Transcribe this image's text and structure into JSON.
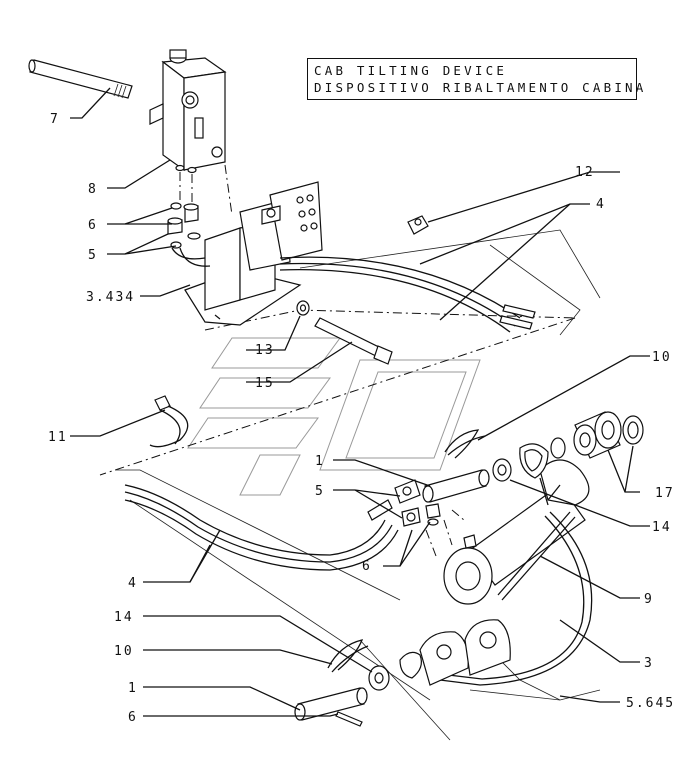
{
  "title": {
    "line1": "CAB TILTING DEVICE",
    "line2": "DISPOSITIVO RIBALTAMENTO CABINA"
  },
  "callouts": [
    {
      "id": "c7",
      "label": "7"
    },
    {
      "id": "c8",
      "label": "8"
    },
    {
      "id": "c6a",
      "label": "6"
    },
    {
      "id": "c5a",
      "label": "5"
    },
    {
      "id": "c3434",
      "label": "3.434"
    },
    {
      "id": "c12",
      "label": "12"
    },
    {
      "id": "c4a",
      "label": "4"
    },
    {
      "id": "c13",
      "label": "13"
    },
    {
      "id": "c15",
      "label": "15"
    },
    {
      "id": "c10a",
      "label": "10"
    },
    {
      "id": "c11",
      "label": "11"
    },
    {
      "id": "c1a",
      "label": "1"
    },
    {
      "id": "c5b",
      "label": "5"
    },
    {
      "id": "c17",
      "label": "17"
    },
    {
      "id": "c14a",
      "label": "14"
    },
    {
      "id": "c6b",
      "label": "6"
    },
    {
      "id": "c4b",
      "label": "4"
    },
    {
      "id": "c9",
      "label": "9"
    },
    {
      "id": "c14b",
      "label": "14"
    },
    {
      "id": "c10b",
      "label": "10"
    },
    {
      "id": "c3",
      "label": "3"
    },
    {
      "id": "c1b",
      "label": "1"
    },
    {
      "id": "c5645",
      "label": "5.645"
    },
    {
      "id": "c6c",
      "label": "6"
    }
  ]
}
